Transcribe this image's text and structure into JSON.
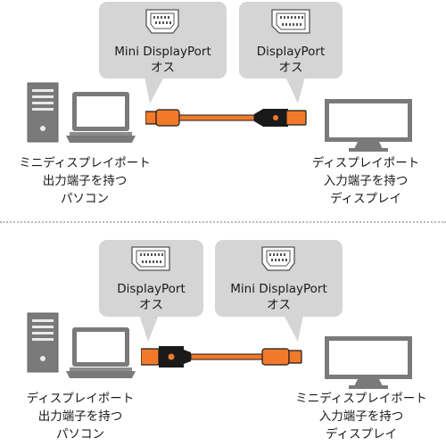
{
  "panels": [
    {
      "left_bubble": {
        "label": "Mini DisplayPort",
        "sub": "オス",
        "icon": "mini-displayport-icon"
      },
      "right_bubble": {
        "label": "DisplayPort",
        "sub": "オス",
        "icon": "displayport-icon"
      },
      "left_caption": [
        "ミニディスプレイポート",
        "出力端子を持つ",
        "パソコン"
      ],
      "right_caption": [
        "ディスプレイポート",
        "入力端子を持つ",
        "ディスプレイ"
      ]
    },
    {
      "left_bubble": {
        "label": "DisplayPort",
        "sub": "オス",
        "icon": "displayport-icon"
      },
      "right_bubble": {
        "label": "Mini DisplayPort",
        "sub": "オス",
        "icon": "mini-displayport-icon"
      },
      "left_caption": [
        "ディスプレイポート",
        "出力端子を持つ",
        "パソコン"
      ],
      "right_caption": [
        "ミニディスプレイポート",
        "入力端子を持つ",
        "ディスプレイ"
      ]
    }
  ],
  "colors": {
    "cable": "#f07a2a",
    "cable_dark": "#1a1a1a",
    "bubble": "#d5d5d5",
    "device": "#7a7a7a",
    "divider": "#b8b8b8"
  }
}
